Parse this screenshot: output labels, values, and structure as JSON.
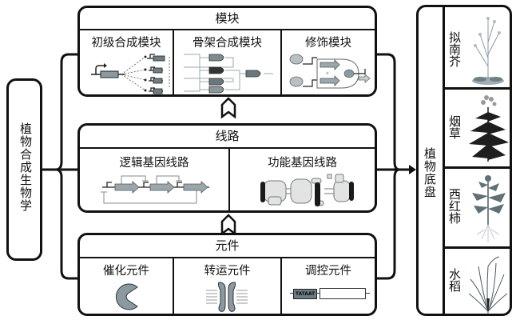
{
  "root": {
    "label": "植物合成生物学"
  },
  "modules": {
    "title": "模块",
    "cells": [
      {
        "label": "初级合成模块",
        "icon": "gene-expression-cascade-icon"
      },
      {
        "label": "骨架合成模块",
        "icon": "scaffold-logic-gates-icon"
      },
      {
        "label": "修饰模块",
        "icon": "modification-and-gate-icon"
      }
    ]
  },
  "circuits": {
    "title": "线路",
    "cells": [
      {
        "label": "逻辑基因线路",
        "icon": "logic-gene-circuit-icon"
      },
      {
        "label": "功能基因线路",
        "icon": "functional-gene-circuit-icon"
      }
    ]
  },
  "parts": {
    "title": "元件",
    "cells": [
      {
        "label": "催化元件",
        "icon": "enzyme-icon"
      },
      {
        "label": "转运元件",
        "icon": "transporter-icon"
      },
      {
        "label": "调控元件",
        "icon": "promoter-icon",
        "promoter_text": "TATAAT"
      }
    ]
  },
  "chassis": {
    "title": "植物底盘",
    "plants": [
      {
        "label": "拟南芥",
        "icon": "arabidopsis-icon"
      },
      {
        "label": "烟草",
        "icon": "tobacco-icon"
      },
      {
        "label": "西红柿",
        "icon": "tomato-icon"
      },
      {
        "label": "水稻",
        "icon": "rice-icon"
      }
    ]
  },
  "colors": {
    "line": "#111111",
    "part_fill": "#8a9aa0",
    "gene_fill": "#9aa8ad",
    "light_fill": "#d8dcdc"
  }
}
